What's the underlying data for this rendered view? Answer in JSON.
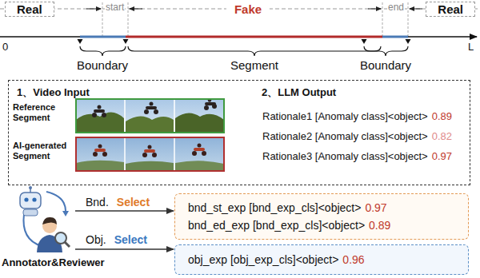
{
  "diagram": {
    "nodes": [
      {
        "text": [
          "Real"
        ]
      },
      {
        "text": [
          "Fake"
        ]
      },
      {
        "text": [
          "Real"
        ]
      },
      {
        "text": [
          "1、Video Input",
          "2、LLM Output"
        ]
      },
      {
        "text": [
          "Annotator&Reviewer"
        ]
      },
      {
        "text": [
          "bnd_st_exp [bnd_exp_cls]<object>",
          "0.97",
          "bnd_ed_exp [bnd_exp_cls]<object>",
          "0.89"
        ]
      },
      {
        "text": [
          "obj_exp [obj_exp_cls]<object>",
          "0.96"
        ]
      }
    ],
    "edges": [
      {
        "from": 4,
        "to": 5,
        "arrow": "to"
      },
      {
        "from": 4,
        "to": 6,
        "arrow": "to"
      }
    ],
    "labels": [
      "start",
      "end",
      "0",
      "L",
      "Boundary",
      "Segment",
      "Boundary",
      "Reference Segment",
      "AI-generated Segment",
      "Rationale1 [Anomaly class]<object>",
      "0.89",
      "Rationale2 [Anomaly class]<object>",
      "0.82",
      "Rationale3 [Anomaly class]<object>",
      "0.97",
      "Bnd.",
      "Select",
      "Obj.",
      "Select"
    ]
  }
}
